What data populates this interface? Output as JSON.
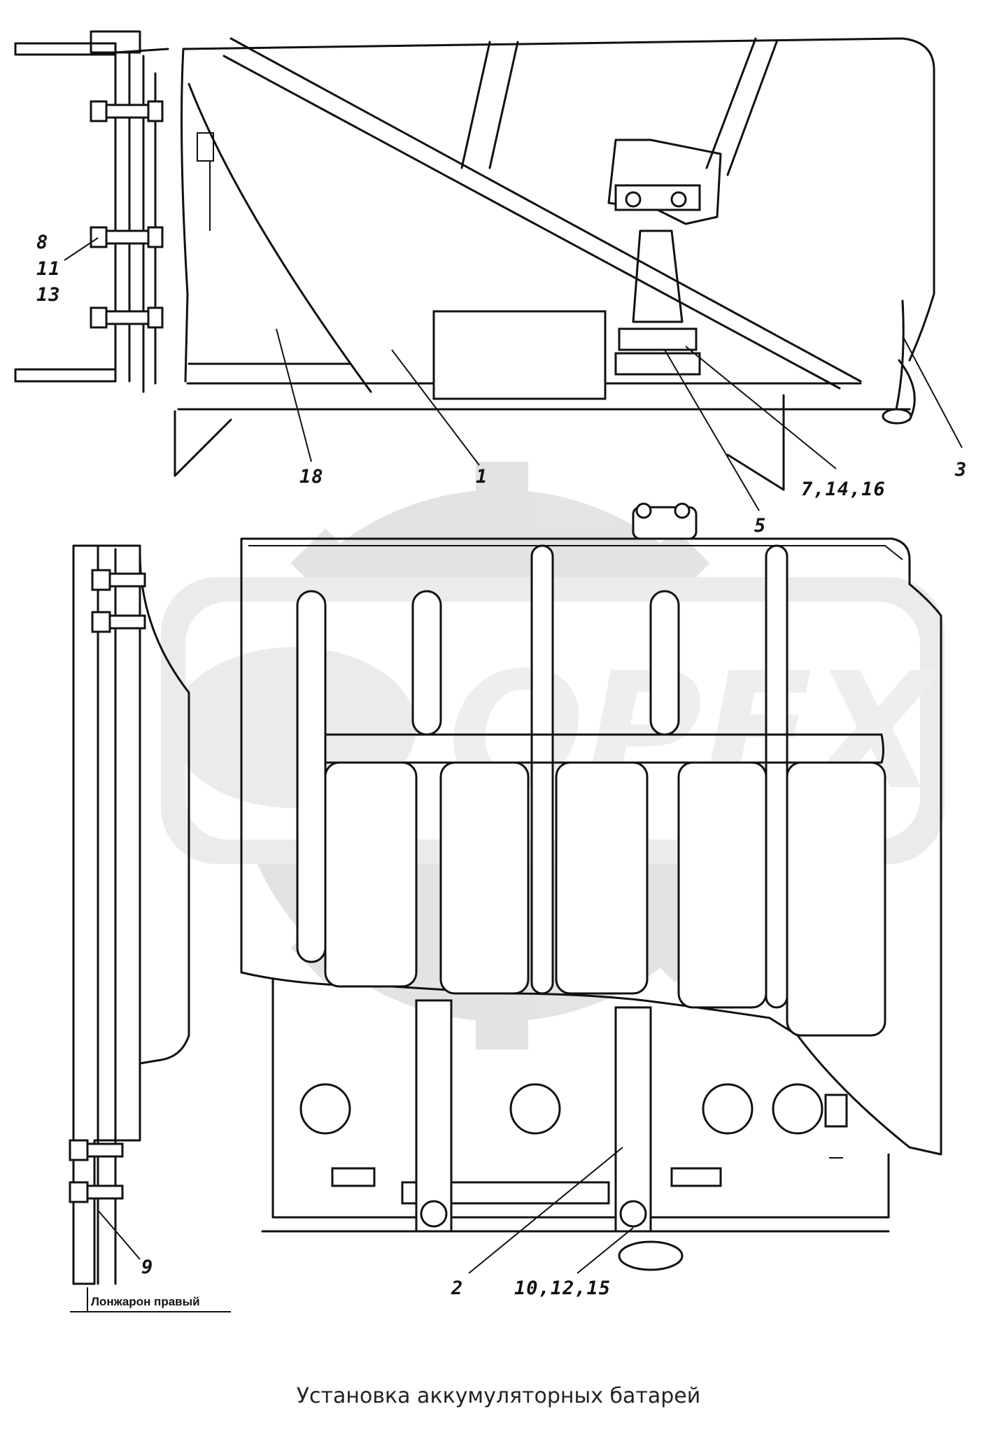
{
  "diagram": {
    "caption": "Установка аккумуляторных батарей",
    "watermark": "OPEX",
    "frame_label": "Лонжарон правый",
    "callouts_top": {
      "c_8": "8",
      "c_11": "11",
      "c_13": "13",
      "c_18": "18",
      "c_1": "1",
      "c_5": "5",
      "c_7_14_16": "7,14,16",
      "c_3": "3"
    },
    "callouts_bottom": {
      "c_9": "9",
      "c_2": "2",
      "c_10_12_15": "10,12,15"
    }
  }
}
